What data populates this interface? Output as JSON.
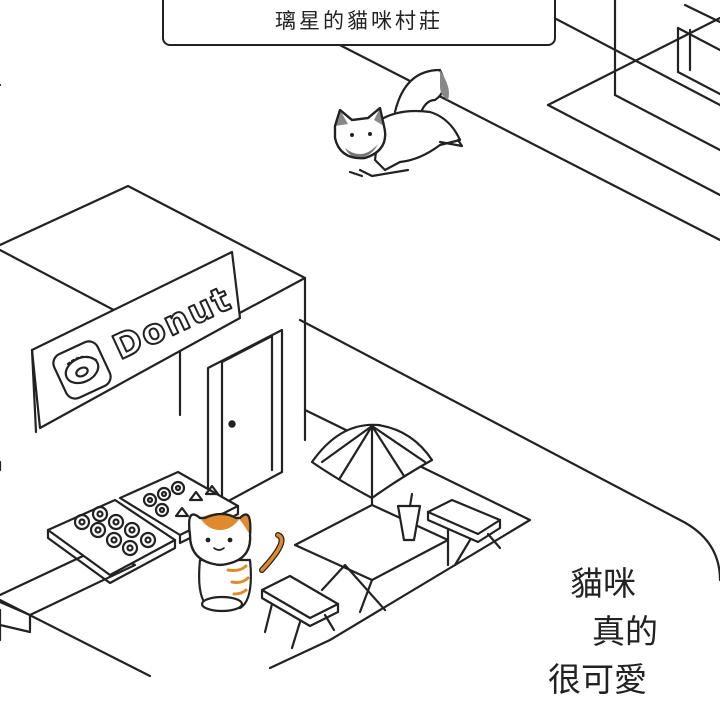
{
  "header": {
    "title": "璃星的貓咪村莊"
  },
  "shop": {
    "sign_text": "Donut"
  },
  "caption": {
    "line1": "貓咪",
    "line2": "真的",
    "line3": "很可愛"
  },
  "colors": {
    "ink": "#222222",
    "cat_orange": "#e08a2e",
    "background": "#ffffff"
  },
  "icons": [
    "donut-sign-icon",
    "umbrella-icon",
    "cup-icon"
  ]
}
